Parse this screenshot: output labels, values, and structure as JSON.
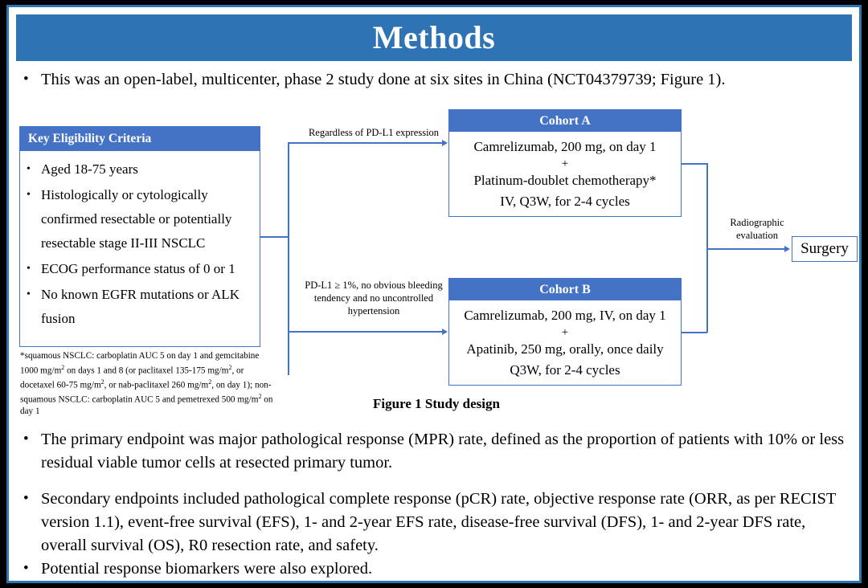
{
  "slide": {
    "title": "Methods",
    "accent_color": "#2E74B5",
    "box_color": "#4472C4",
    "frame_color": "#2E74B5",
    "background": "#000000"
  },
  "lead_bullet": {
    "marker": "•",
    "text": "This was an open-label, multicenter, phase 2 study done at six sites in China (NCT04379739; Figure 1)."
  },
  "figure": {
    "caption": "Figure 1 Study design",
    "eligibility": {
      "header": "Key  Eligibility Criteria",
      "items": [
        {
          "marker": "•",
          "text": "Aged 18-75 years"
        },
        {
          "marker": "•",
          "text": "Histologically or cytologically confirmed resectable or potentially resectable stage II-III  NSCLC"
        },
        {
          "marker": "•",
          "text": "ECOG performance status of 0 or 1"
        },
        {
          "marker": "•",
          "text": "No known EGFR mutations or ALK fusion"
        }
      ]
    },
    "footnote": {
      "line1_a": "*squamous NSCLC: carboplatin AUC 5 on day 1 and gemcitabine 1000 mg/m",
      "line1_b": " on days 1 and 8 (or",
      "line2_a": "paclitaxel 135-175  mg/m",
      "line2_b": ", or docetaxel 60-75 mg/m",
      "line2_c": ", or nab-paclitaxel 260 mg/m",
      "line2_d": ", on day 1); non-",
      "line3_a": "squamous NSCLC: carboplatin AUC 5 and pemetrexed 500 mg/m",
      "line3_b": " on day 1",
      "sup": "2"
    },
    "branch_labels": {
      "top": "Regardless  of PD-L1 expression",
      "bottom": "PD-L1 ≥ 1%, no obvious bleeding tendency  and no uncontrolled  hypertension",
      "right": "Radiographic evaluation"
    },
    "cohort_a": {
      "header": "Cohort A",
      "line1": "Camrelizumab, 200 mg, on day 1",
      "plus": "+",
      "line2": "Platinum-doublet chemotherapy*",
      "line3": "IV, Q3W, for 2-4 cycles"
    },
    "cohort_b": {
      "header": "Cohort B",
      "line1": "Camrelizumab, 200 mg, IV, on day 1",
      "plus": "+",
      "line2": "Apatinib, 250 mg, orally, once daily",
      "line3": "Q3W, for 2-4 cycles"
    },
    "surgery": {
      "label": "Surgery"
    }
  },
  "bullets": [
    {
      "marker": "•",
      "text": "The primary endpoint was major pathological response (MPR) rate, defined as the proportion of patients with 10% or less residual viable tumor cells at resected primary tumor."
    },
    {
      "marker": "•",
      "text": "Secondary endpoints included pathological complete response (pCR) rate, objective response rate (ORR, as per RECIST version 1.1), event-free survival (EFS), 1- and 2-year EFS rate, disease-free survival (DFS), 1- and 2-year DFS rate, overall survival (OS), R0 resection rate, and safety."
    },
    {
      "marker": "•",
      "text": "Potential response biomarkers were also explored."
    }
  ]
}
